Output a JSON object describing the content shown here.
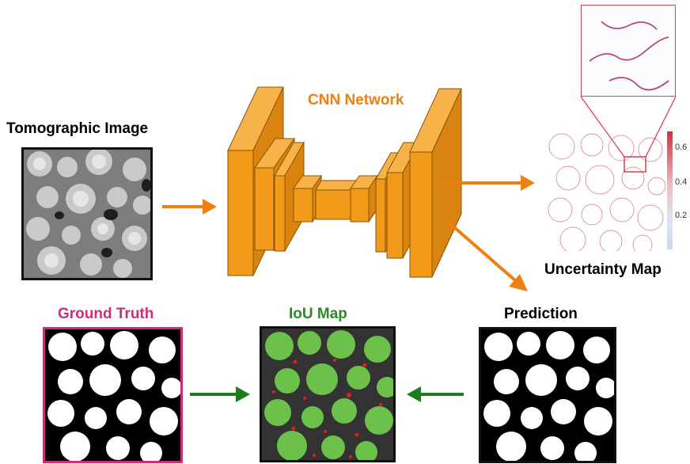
{
  "labels": {
    "tomographic": "Tomographic Image",
    "cnn": "CNN Network",
    "uncertainty": "Uncertainty Map",
    "ground_truth": "Ground Truth",
    "iou": "IoU Map",
    "prediction": "Prediction"
  },
  "colorbar": {
    "ticks": [
      "0.6",
      "0.4",
      "0.2"
    ]
  },
  "colors": {
    "cnn_fill": "#f29a1a",
    "cnn_dark": "#b36a06",
    "arrow_orange": "#f07f12",
    "arrow_green": "#1a7f1a",
    "gt_border": "#cc2f7a",
    "iou_title": "#2a8a2a",
    "iou_green": "#6cc14a",
    "zoom_red": "#d94050"
  }
}
